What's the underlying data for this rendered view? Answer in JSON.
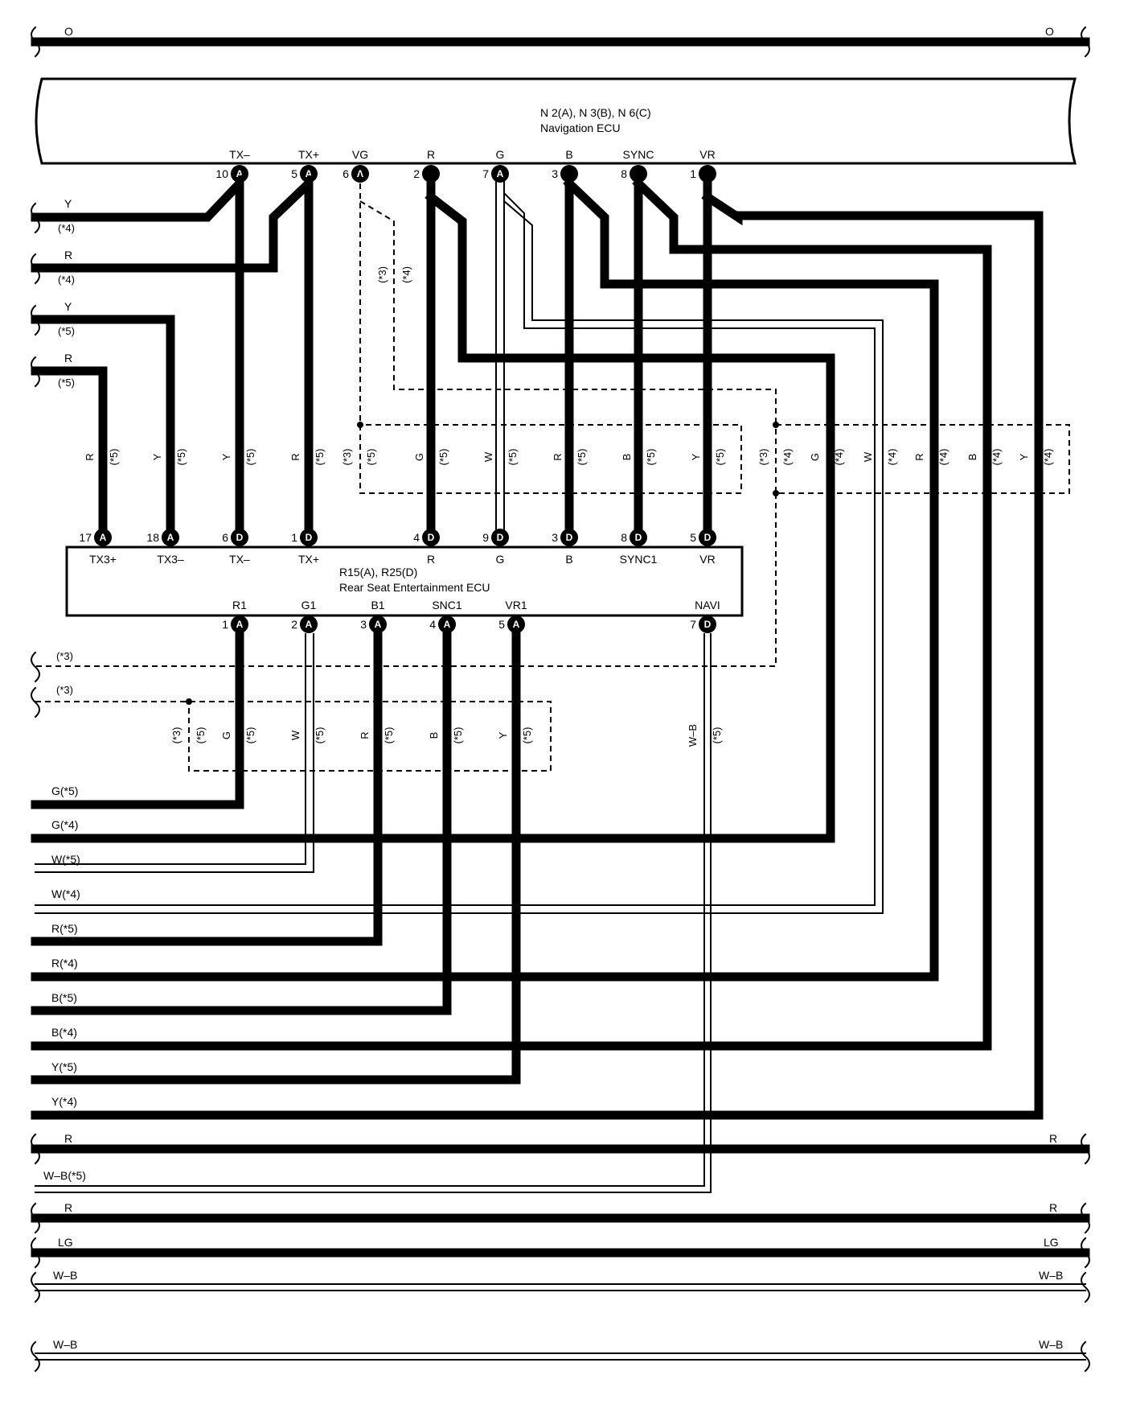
{
  "top_bus": {
    "label_left": "O",
    "label_right": "O"
  },
  "navigation_ecu": {
    "connector_line": "N 2(A), N 3(B), N 6(C)",
    "name": "Navigation ECU",
    "pins": [
      {
        "term": "TX–",
        "num": "10",
        "conn": "A"
      },
      {
        "term": "TX+",
        "num": "5",
        "conn": "A"
      },
      {
        "term": "VG",
        "num": "6",
        "conn": "A"
      },
      {
        "term": "R",
        "num": "2",
        "conn": "A"
      },
      {
        "term": "G",
        "num": "7",
        "conn": "A"
      },
      {
        "term": "B",
        "num": "3",
        "conn": "A"
      },
      {
        "term": "SYNC",
        "num": "8",
        "conn": "A"
      },
      {
        "term": "VR",
        "num": "1",
        "conn": "A"
      }
    ]
  },
  "left_inputs": [
    {
      "color": "Y",
      "note": "(*4)"
    },
    {
      "color": "R",
      "note": "(*4)"
    },
    {
      "color": "Y",
      "note": "(*5)"
    },
    {
      "color": "R",
      "note": "(*5)"
    }
  ],
  "mid_wire_labels": [
    {
      "color": "R",
      "note": "(*5)"
    },
    {
      "color": "Y",
      "note": "(*5)"
    },
    {
      "color": "Y",
      "note": "(*5)"
    },
    {
      "color": "R",
      "note": "(*5)"
    },
    {
      "color": "(*3)",
      "note": "(*5)"
    },
    {
      "color": "G",
      "note": "(*5)"
    },
    {
      "color": "W",
      "note": "(*5)"
    },
    {
      "color": "R",
      "note": "(*5)"
    },
    {
      "color": "B",
      "note": "(*5)"
    },
    {
      "color": "Y",
      "note": "(*5)"
    },
    {
      "color": "(*3)",
      "note": "(*4)"
    },
    {
      "color": "G",
      "note": "(*4)"
    },
    {
      "color": "W",
      "note": "(*4)"
    },
    {
      "color": "R",
      "note": "(*4)"
    },
    {
      "color": "B",
      "note": "(*4)"
    },
    {
      "color": "Y",
      "note": "(*4)"
    }
  ],
  "vg_shield_notes": {
    "a": "(*3)",
    "b": "(*4)"
  },
  "rse_ecu": {
    "connector_line": "R15(A), R25(D)",
    "name": "Rear Seat Entertainment ECU",
    "top_pins": [
      {
        "term": "TX3+",
        "num": "17",
        "conn": "A"
      },
      {
        "term": "TX3–",
        "num": "18",
        "conn": "A"
      },
      {
        "term": "TX–",
        "num": "6",
        "conn": "D"
      },
      {
        "term": "TX+",
        "num": "1",
        "conn": "D"
      },
      {
        "term": "R",
        "num": "4",
        "conn": "D"
      },
      {
        "term": "G",
        "num": "9",
        "conn": "D"
      },
      {
        "term": "B",
        "num": "3",
        "conn": "D"
      },
      {
        "term": "SYNC1",
        "num": "8",
        "conn": "D"
      },
      {
        "term": "VR",
        "num": "5",
        "conn": "D"
      }
    ],
    "bottom_pins": [
      {
        "term": "R1",
        "num": "1",
        "conn": "A"
      },
      {
        "term": "G1",
        "num": "2",
        "conn": "A"
      },
      {
        "term": "B1",
        "num": "3",
        "conn": "A"
      },
      {
        "term": "SNC1",
        "num": "4",
        "conn": "A"
      },
      {
        "term": "VR1",
        "num": "5",
        "conn": "A"
      },
      {
        "term": "NAVI",
        "num": "7",
        "conn": "D"
      }
    ]
  },
  "shield_labels": [
    "(*3)",
    "(*3)"
  ],
  "lower_wire_labels": [
    {
      "color": "(*3)",
      "note": "(*5)"
    },
    {
      "color": "G",
      "note": "(*5)"
    },
    {
      "color": "W",
      "note": "(*5)"
    },
    {
      "color": "R",
      "note": "(*5)"
    },
    {
      "color": "B",
      "note": "(*5)"
    },
    {
      "color": "Y",
      "note": "(*5)"
    },
    {
      "color": "W–B",
      "note": "(*5)"
    }
  ],
  "output_wires": [
    "G(*5)",
    "G(*4)",
    "W(*5)",
    "W(*4)",
    "R(*5)",
    "R(*4)",
    "B(*5)",
    "B(*4)",
    "Y(*5)",
    "Y(*4)"
  ],
  "bottom_buses": [
    {
      "left": "R",
      "right": "R"
    },
    {
      "left": "W–B(*5)",
      "right": ""
    },
    {
      "left": "R",
      "right": "R"
    },
    {
      "left": "LG",
      "right": "LG"
    },
    {
      "left": "W–B",
      "right": "W–B"
    },
    {
      "left": "W–B",
      "right": "W–B"
    }
  ]
}
